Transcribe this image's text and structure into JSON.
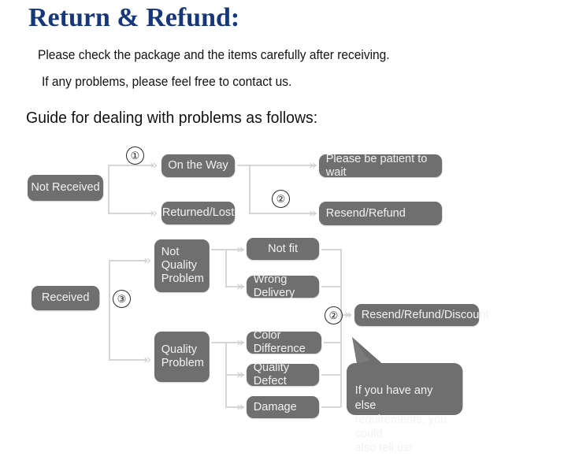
{
  "header": {
    "title": "Return & Refund:",
    "line1": "Please check the package and the items carefully after receiving.",
    "line2": "If any problems, please feel free to contact us.",
    "guide": "Guide for dealing with problems as follows:"
  },
  "colors": {
    "title": "#16377a",
    "node_fill": "#6f6f6f",
    "node_text": "#f2f2f2",
    "connector": "#d6d6d6",
    "background": "#ffffff"
  },
  "flow": {
    "markers": {
      "m1": "①",
      "m2_top": "②",
      "m3": "③",
      "m2_bottom": "②"
    },
    "nodes": {
      "not_received": "Not Received",
      "on_the_way": "On the Way",
      "returned_lost": "Returned/Lost",
      "please_wait": "Please be patient to wait",
      "resend_refund": "Resend/Refund",
      "received": "Received",
      "not_quality_problem": "Not\nQuality\nProblem",
      "quality_problem": "Quality\nProblem",
      "not_fit": "Not fit",
      "wrong_delivery": "Wrong Delivery",
      "color_difference": "Color Difference",
      "quality_defect": "Quality Defect",
      "damage": "Damage",
      "resend_refund_discount": "Resend/Refund/Discount"
    },
    "callout": "If you have any else\nrequirements, you could\nalso tell us!",
    "arrow_glyph": "»"
  }
}
